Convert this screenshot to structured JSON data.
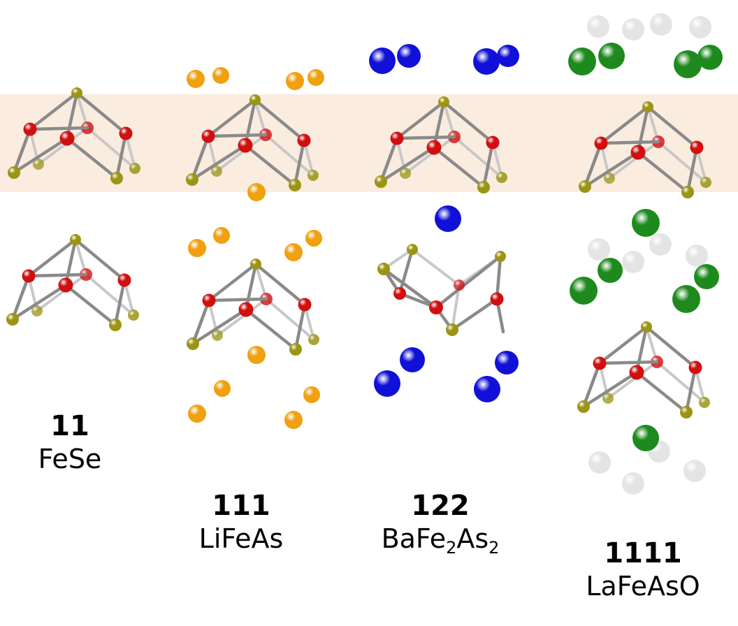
{
  "colors": {
    "band": "#fbece0",
    "bond_front": "#8a8a8a",
    "bond_back": "#c8c8c8",
    "iron": "#d10f0f",
    "pnictogen": "#9c9414",
    "lithium": "#f0a010",
    "barium": "#1010d8",
    "lanthanum": "#1e8a1e",
    "oxygen": "#e4e4e4"
  },
  "compounds": [
    {
      "id": "11",
      "family": "11",
      "formula": [
        "FeSe"
      ]
    },
    {
      "id": "111",
      "family": "111",
      "formula": [
        "LiFeAs"
      ]
    },
    {
      "id": "122",
      "family": "122",
      "formula": [
        "BaFe",
        "2",
        "As",
        "2"
      ]
    },
    {
      "id": "1111",
      "family": "1111",
      "formula": [
        "LaFeAsO"
      ]
    }
  ]
}
